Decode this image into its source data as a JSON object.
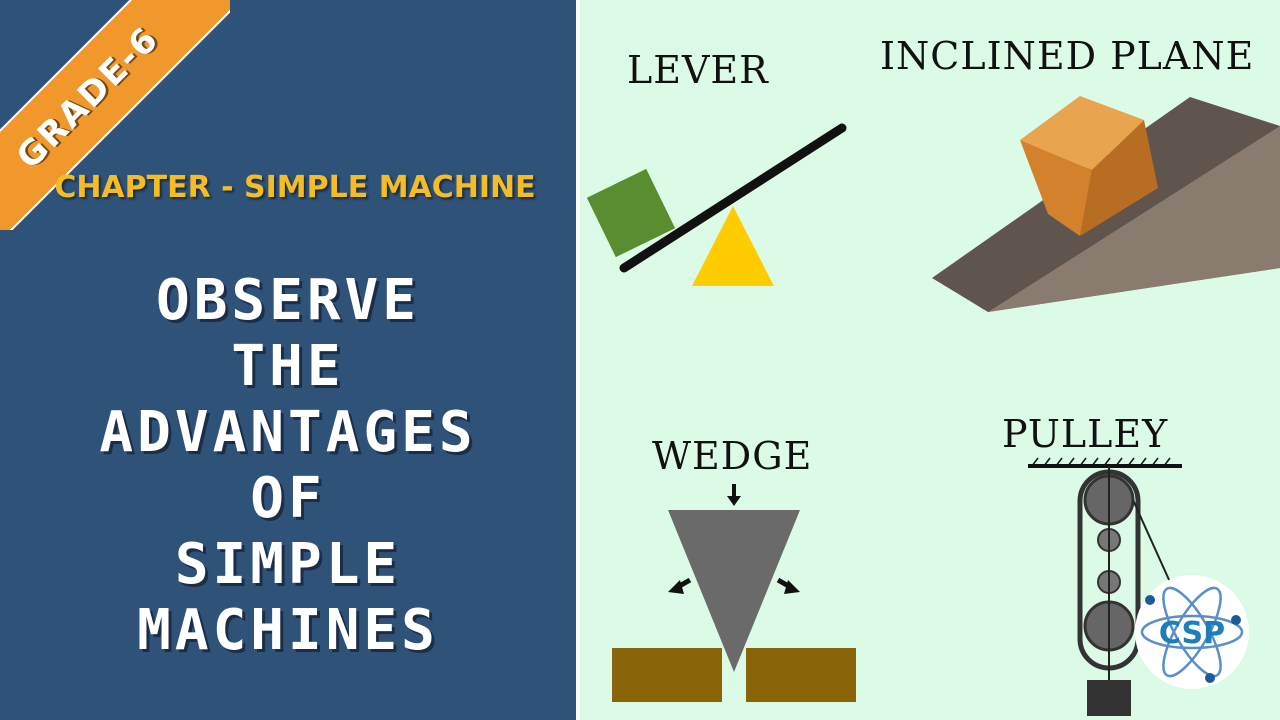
{
  "ribbon": {
    "text": "GRADE-6"
  },
  "chapter": {
    "text": "CHAPTER - SIMPLE MACHINE"
  },
  "headline": {
    "lines": [
      "OBSERVE",
      "THE",
      "ADVANTAGES",
      "OF",
      "SIMPLE",
      "MACHINES"
    ]
  },
  "machines": {
    "lever": "LEVER",
    "inclined_plane": "INCLINED PLANE",
    "wedge": "WEDGE",
    "pulley": "PULLEY"
  },
  "logo": {
    "text": "CSP"
  },
  "colors": {
    "left_panel": "#2f5279",
    "right_panel": "#dcfbe6",
    "ribbon": "#f0982b",
    "chapter_text": "#f5bd25",
    "lever_block": "#5a8c30",
    "fulcrum": "#ffcc00",
    "cube": "#d98a2b",
    "ramp": "#6b5c52",
    "wedge": "#6a6a6a",
    "wood": "#8a6408",
    "logo": "#1e7fb8"
  }
}
